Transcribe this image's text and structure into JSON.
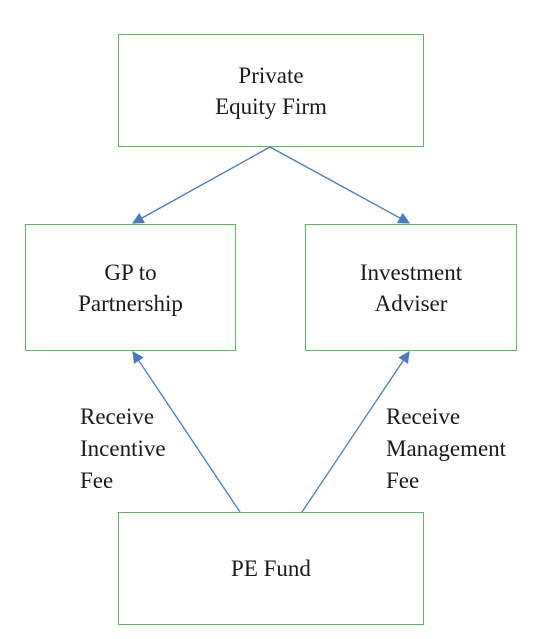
{
  "diagram": {
    "nodes": {
      "pe_firm": {
        "lines": [
          "Private",
          "Equity Firm"
        ]
      },
      "gp": {
        "lines": [
          "GP to",
          "Partnership"
        ]
      },
      "adviser": {
        "lines": [
          "Investment",
          "Adviser"
        ]
      },
      "pe_fund": {
        "lines": [
          "PE Fund"
        ]
      }
    },
    "edge_labels": {
      "incentive": [
        "Receive",
        "Incentive",
        "Fee"
      ],
      "management": [
        "Receive",
        "Management",
        "Fee"
      ]
    },
    "edges": [
      {
        "from": "pe_firm",
        "to": "gp"
      },
      {
        "from": "pe_firm",
        "to": "adviser"
      },
      {
        "from": "pe_fund",
        "to": "gp",
        "label": "incentive"
      },
      {
        "from": "pe_fund",
        "to": "adviser",
        "label": "management"
      }
    ],
    "colors": {
      "box_border": "#5cb85c",
      "arrow": "#4a7bbf",
      "text": "#1a1a1a"
    }
  }
}
